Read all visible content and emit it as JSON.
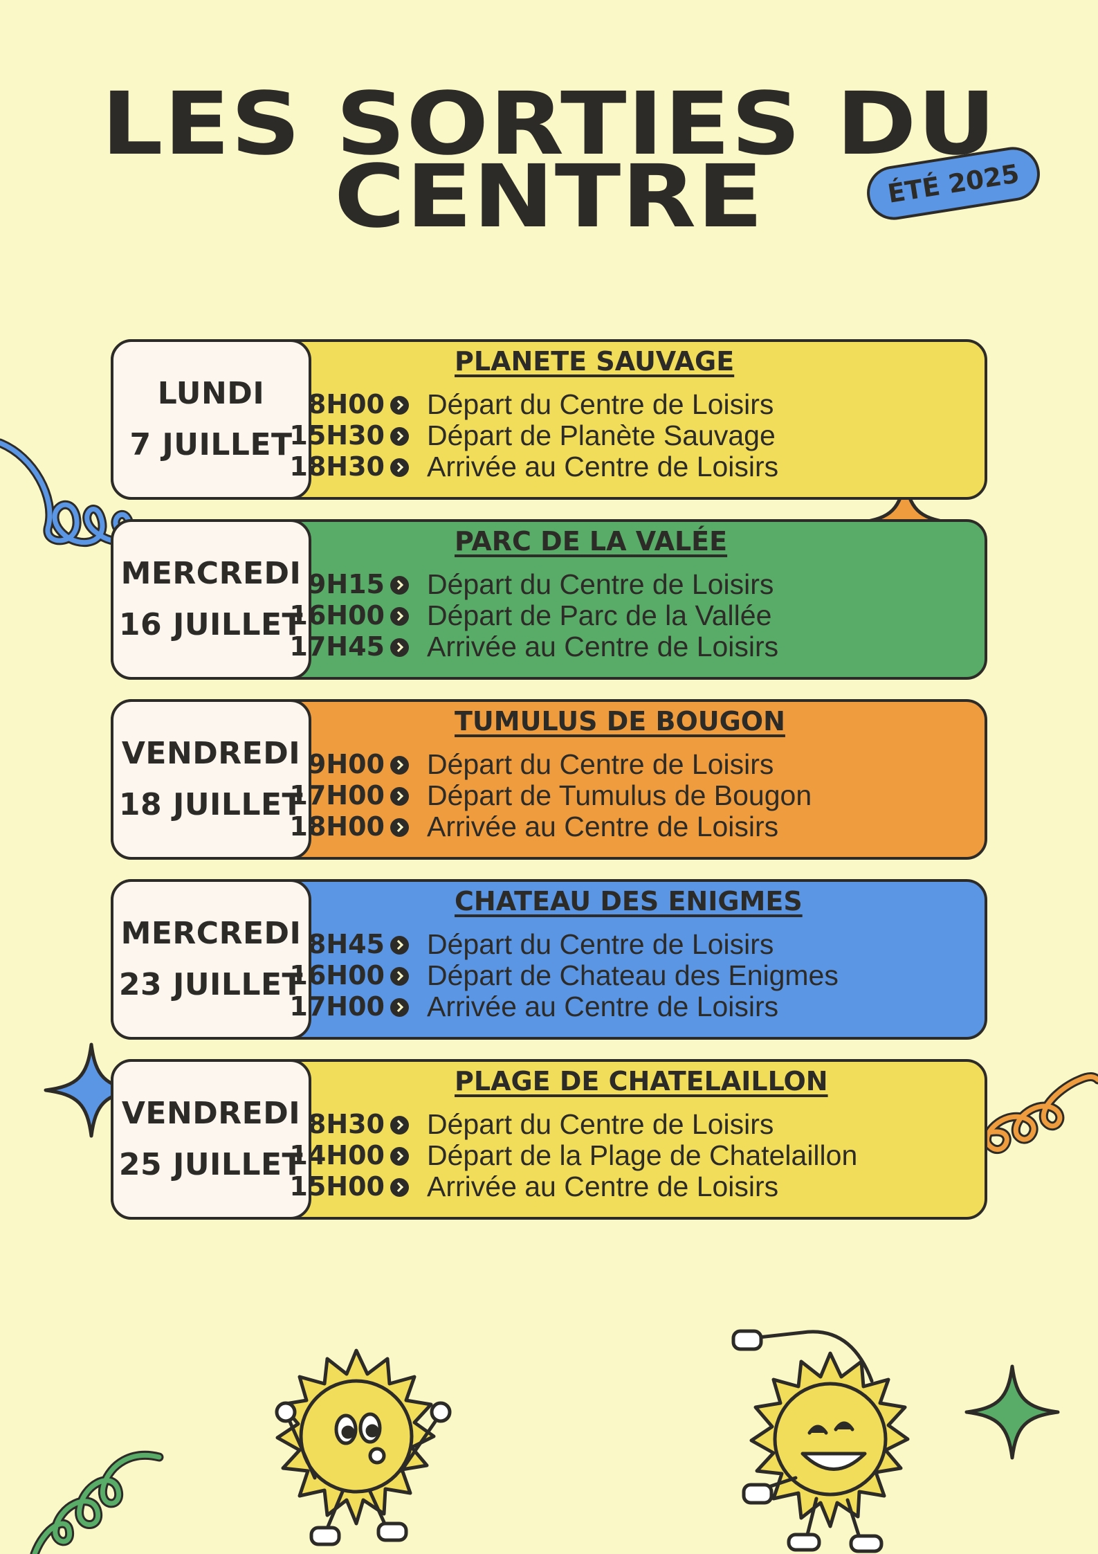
{
  "header": {
    "title_line1": "LES SORTIES DU",
    "title_line2": "CENTRE",
    "badge": "ÉTÉ 2025"
  },
  "colors": {
    "background": "#fbf8c7",
    "ink": "#2d2b27",
    "yellow": "#f1dd59",
    "green": "#58ac67",
    "orange": "#ef9c3e",
    "blue": "#5b96e5",
    "day_panel": "#fcf6ef"
  },
  "outings": [
    {
      "day": "LUNDI",
      "date": "7 JUILLET",
      "destination": "PLANETE SAUVAGE",
      "color": "#f1dd59",
      "schedule": [
        {
          "time": "8H00",
          "label": "Départ du Centre de Loisirs"
        },
        {
          "time": "15H30",
          "label": "Départ de Planète Sauvage"
        },
        {
          "time": "18H30",
          "label": "Arrivée au Centre de Loisirs"
        }
      ]
    },
    {
      "day": "MERCREDI",
      "date": "16 JUILLET",
      "destination": "PARC DE LA VALÉE",
      "color": "#58ac67",
      "schedule": [
        {
          "time": "9H15",
          "label": "Départ du Centre de Loisirs"
        },
        {
          "time": "16H00",
          "label": "Départ de Parc de la Vallée"
        },
        {
          "time": "17H45",
          "label": "Arrivée au Centre de Loisirs"
        }
      ]
    },
    {
      "day": "VENDREDI",
      "date": "18 JUILLET",
      "destination": "TUMULUS DE BOUGON",
      "color": "#ef9c3e",
      "schedule": [
        {
          "time": "9H00",
          "label": "Départ du Centre de Loisirs"
        },
        {
          "time": "17H00",
          "label": "Départ de Tumulus de Bougon"
        },
        {
          "time": "18H00",
          "label": "Arrivée au Centre de Loisirs"
        }
      ]
    },
    {
      "day": "MERCREDI",
      "date": "23 JUILLET",
      "destination": "CHATEAU DES ENIGMES",
      "color": "#5b96e5",
      "schedule": [
        {
          "time": "8H45",
          "label": "Départ du Centre de Loisirs"
        },
        {
          "time": "16H00",
          "label": "Départ de Chateau des Enigmes"
        },
        {
          "time": "17H00",
          "label": "Arrivée au Centre de Loisirs"
        }
      ]
    },
    {
      "day": "VENDREDI",
      "date": "25 JUILLET",
      "destination": "PLAGE DE CHATELAILLON",
      "color": "#f1dd59",
      "schedule": [
        {
          "time": "8H30",
          "label": "Départ du Centre de Loisirs"
        },
        {
          "time": "14H00",
          "label": "Départ de la Plage de Chatelaillon"
        },
        {
          "time": "15H00",
          "label": "Arrivée au Centre de Loisirs"
        }
      ]
    }
  ],
  "decorations": [
    "sparkle-icon",
    "swirl-icon",
    "sun-mascot-icon"
  ]
}
